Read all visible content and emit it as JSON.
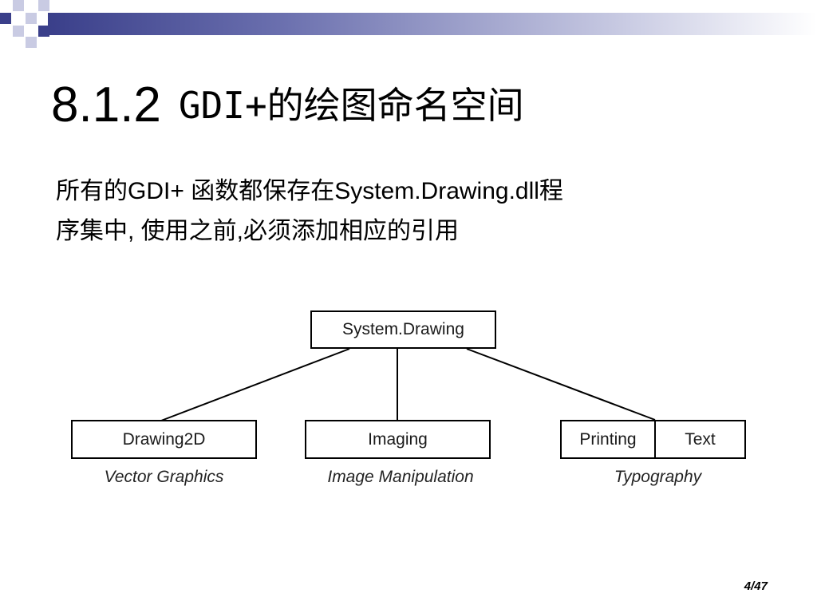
{
  "slide": {
    "title_number": "8.1.2",
    "title_text": "GDI+的绘图命名空间",
    "body_line_1": "所有的GDI+ 函数都保存在System.Drawing.dll程",
    "body_line_2": "序集中, 使用之前,必须添加相应的引用",
    "page_number": "4/47"
  },
  "diagram": {
    "root": "System.Drawing",
    "children": [
      "Drawing2D",
      "Imaging",
      "Printing",
      "Text"
    ],
    "captions": [
      "Vector Graphics",
      "Image Manipulation",
      "Typography"
    ]
  },
  "colors": {
    "accent_dark": "#3a3f8a",
    "accent_light": "#c9cbe3"
  }
}
